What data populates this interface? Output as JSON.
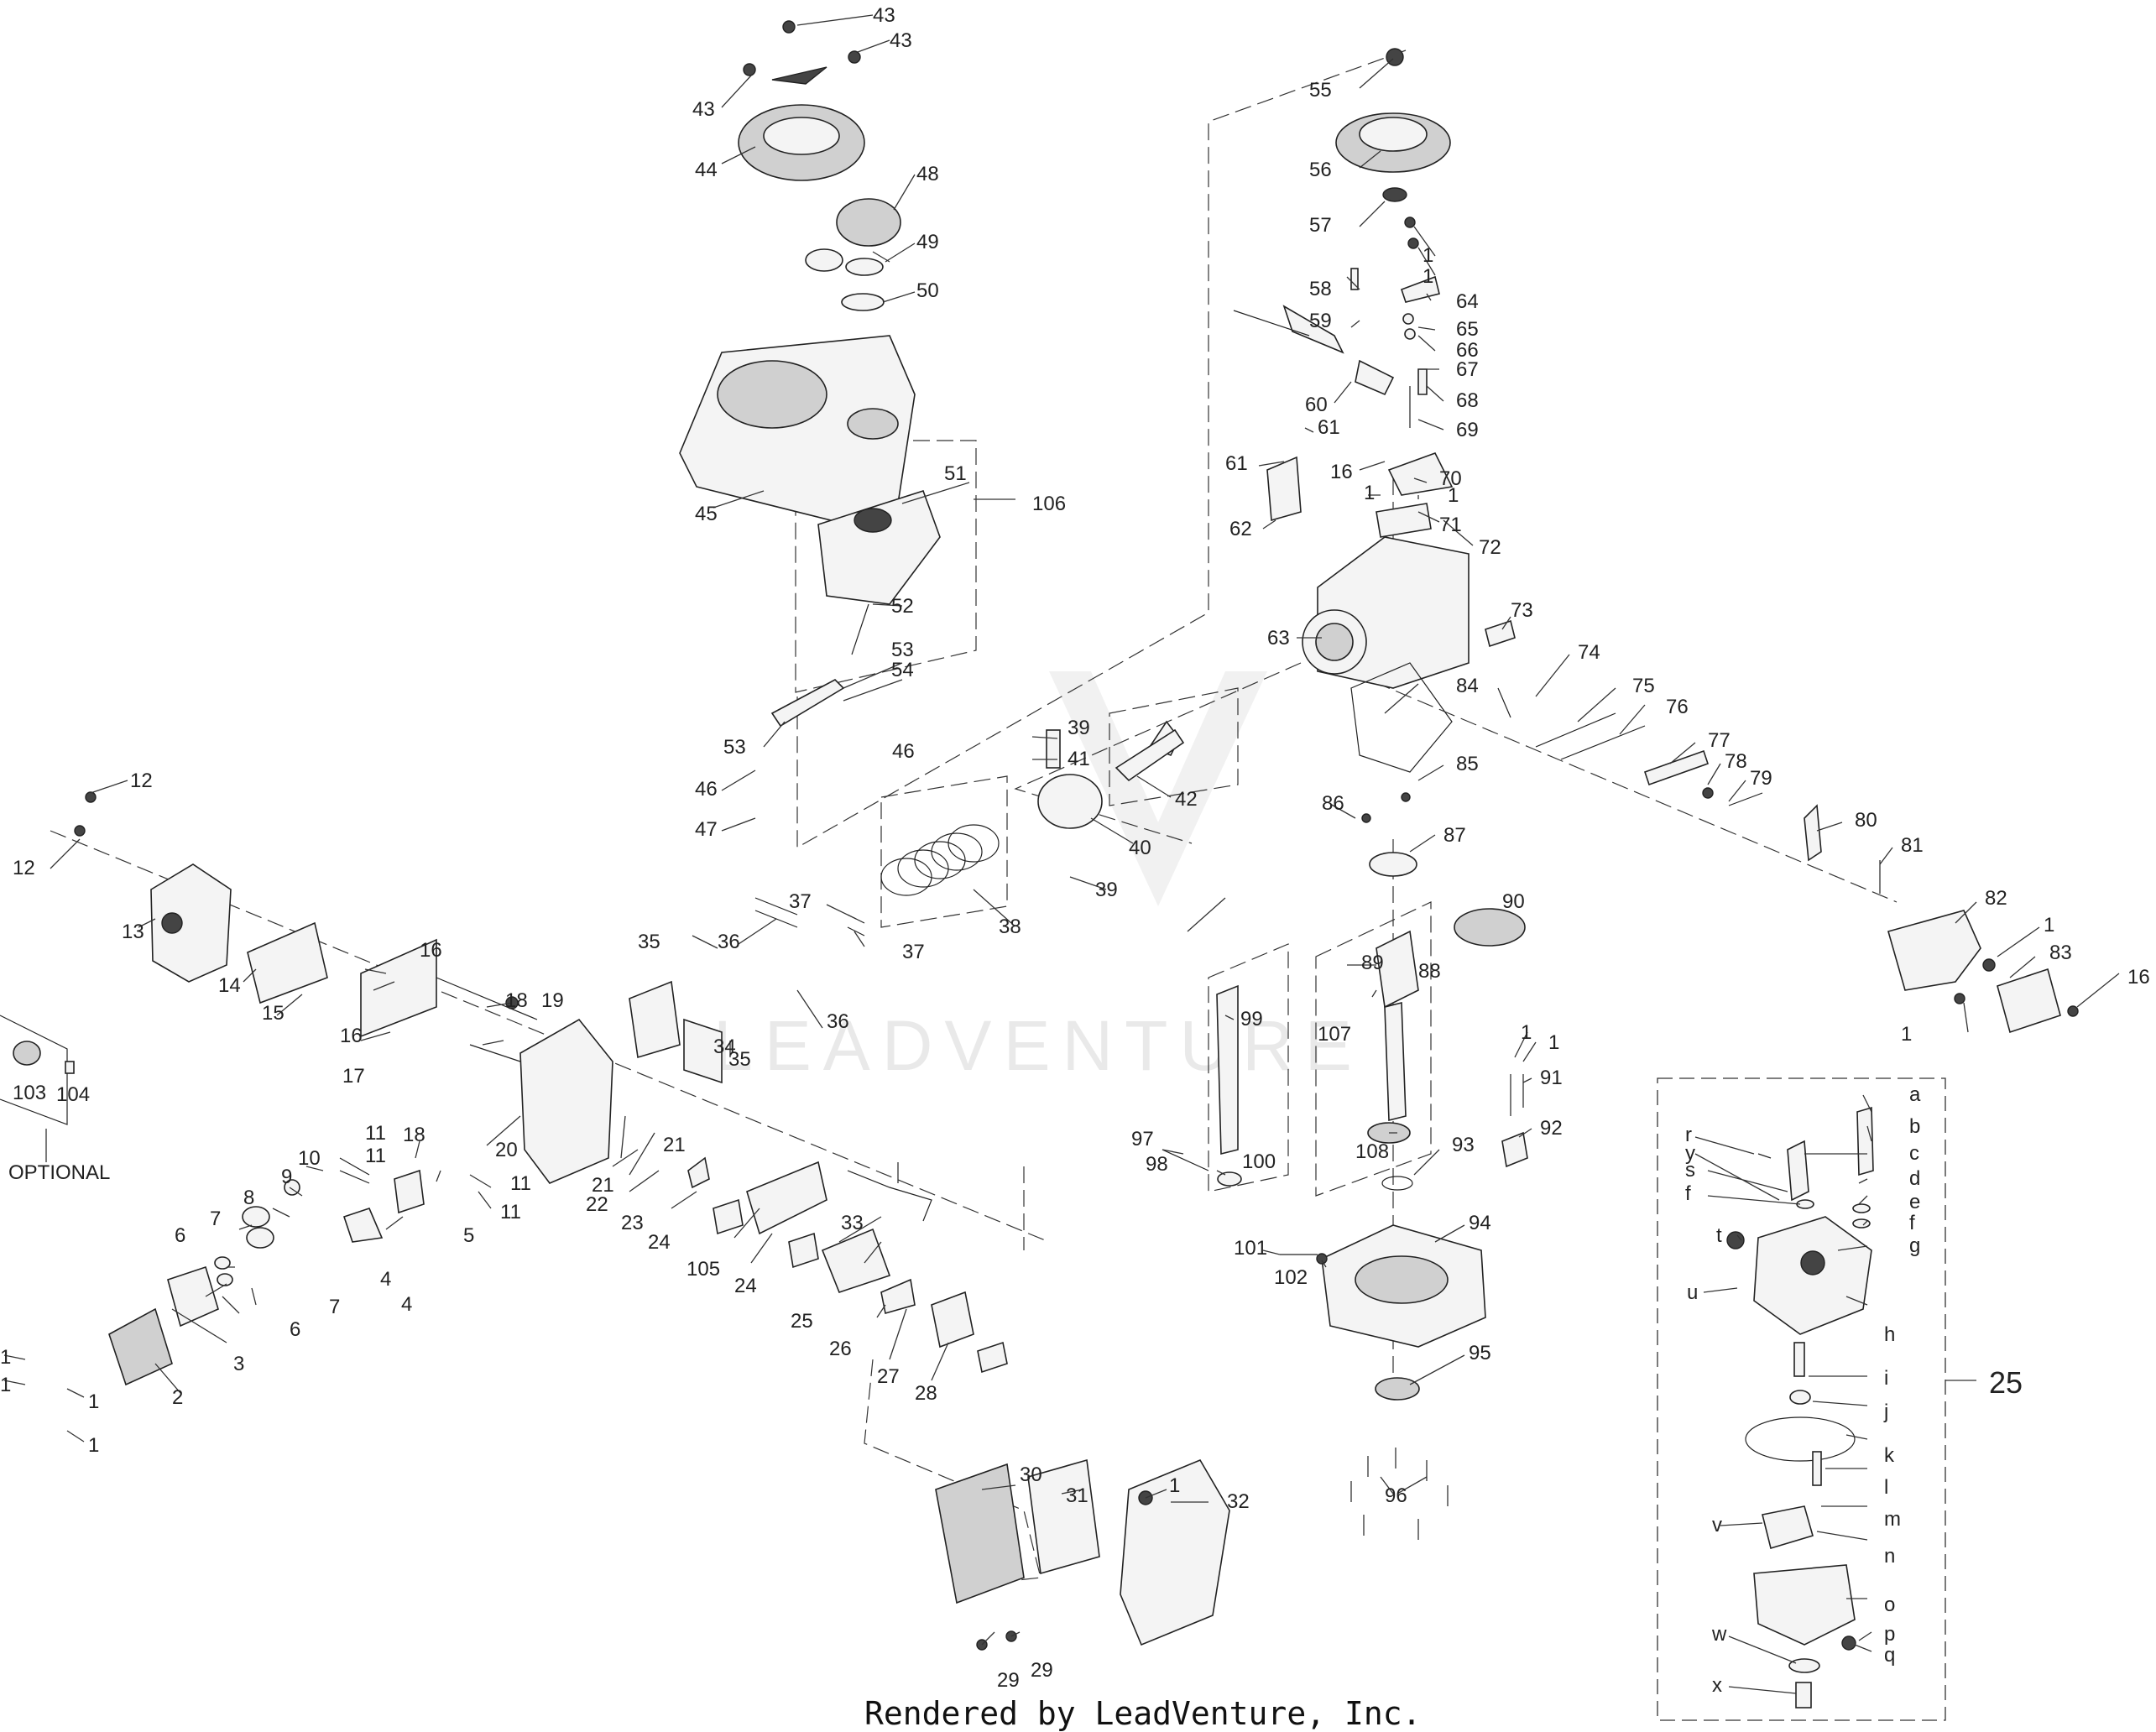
{
  "footer_text": "Rendered by LeadVenture, Inc.",
  "watermark_text": "LEADVENTURE",
  "optional_label": "OPTIONAL",
  "assembly_25_label": "25",
  "callouts": [
    {
      "t": "43"
    },
    {
      "t": "43"
    },
    {
      "t": "43"
    },
    {
      "t": "44"
    },
    {
      "t": "48"
    },
    {
      "t": "49"
    },
    {
      "t": "50"
    },
    {
      "t": "45"
    },
    {
      "t": "51"
    },
    {
      "t": "106"
    },
    {
      "t": "52"
    },
    {
      "t": "53"
    },
    {
      "t": "54"
    },
    {
      "t": "53"
    },
    {
      "t": "46"
    },
    {
      "t": "46"
    },
    {
      "t": "47"
    },
    {
      "t": "39"
    },
    {
      "t": "41"
    },
    {
      "t": "40"
    },
    {
      "t": "39"
    },
    {
      "t": "42"
    },
    {
      "t": "38"
    },
    {
      "t": "37"
    },
    {
      "t": "37"
    },
    {
      "t": "36"
    },
    {
      "t": "36"
    },
    {
      "t": "35"
    },
    {
      "t": "35"
    },
    {
      "t": "34"
    },
    {
      "t": "12"
    },
    {
      "t": "12"
    },
    {
      "t": "13"
    },
    {
      "t": "14"
    },
    {
      "t": "15"
    },
    {
      "t": "16"
    },
    {
      "t": "16"
    },
    {
      "t": "17"
    },
    {
      "t": "18"
    },
    {
      "t": "19"
    },
    {
      "t": "18"
    },
    {
      "t": "11"
    },
    {
      "t": "11"
    },
    {
      "t": "20"
    },
    {
      "t": "21"
    },
    {
      "t": "21"
    },
    {
      "t": "11"
    },
    {
      "t": "11"
    },
    {
      "t": "22"
    },
    {
      "t": "23"
    },
    {
      "t": "24"
    },
    {
      "t": "24"
    },
    {
      "t": "105"
    },
    {
      "t": "33"
    },
    {
      "t": "25"
    },
    {
      "t": "26"
    },
    {
      "t": "27"
    },
    {
      "t": "28"
    },
    {
      "t": "10"
    },
    {
      "t": "9"
    },
    {
      "t": "8"
    },
    {
      "t": "7"
    },
    {
      "t": "7"
    },
    {
      "t": "6"
    },
    {
      "t": "6"
    },
    {
      "t": "5"
    },
    {
      "t": "4"
    },
    {
      "t": "4"
    },
    {
      "t": "3"
    },
    {
      "t": "2"
    },
    {
      "t": "1"
    },
    {
      "t": "1"
    },
    {
      "t": "1"
    },
    {
      "t": "1"
    },
    {
      "t": "103"
    },
    {
      "t": "104"
    },
    {
      "t": "30"
    },
    {
      "t": "31"
    },
    {
      "t": "32"
    },
    {
      "t": "1"
    },
    {
      "t": "29"
    },
    {
      "t": "29"
    },
    {
      "t": "55"
    },
    {
      "t": "56"
    },
    {
      "t": "57"
    },
    {
      "t": "58"
    },
    {
      "t": "59"
    },
    {
      "t": "1"
    },
    {
      "t": "1"
    },
    {
      "t": "64"
    },
    {
      "t": "65"
    },
    {
      "t": "66"
    },
    {
      "t": "67"
    },
    {
      "t": "68"
    },
    {
      "t": "60"
    },
    {
      "t": "69"
    },
    {
      "t": "61"
    },
    {
      "t": "61"
    },
    {
      "t": "16"
    },
    {
      "t": "70"
    },
    {
      "t": "1"
    },
    {
      "t": "1"
    },
    {
      "t": "71"
    },
    {
      "t": "62"
    },
    {
      "t": "72"
    },
    {
      "t": "73"
    },
    {
      "t": "63"
    },
    {
      "t": "74"
    },
    {
      "t": "75"
    },
    {
      "t": "76"
    },
    {
      "t": "84"
    },
    {
      "t": "77"
    },
    {
      "t": "78"
    },
    {
      "t": "79"
    },
    {
      "t": "85"
    },
    {
      "t": "86"
    },
    {
      "t": "80"
    },
    {
      "t": "87"
    },
    {
      "t": "81"
    },
    {
      "t": "82"
    },
    {
      "t": "90"
    },
    {
      "t": "1"
    },
    {
      "t": "83"
    },
    {
      "t": "16"
    },
    {
      "t": "1"
    },
    {
      "t": "89"
    },
    {
      "t": "88"
    },
    {
      "t": "107"
    },
    {
      "t": "99"
    },
    {
      "t": "97"
    },
    {
      "t": "98"
    },
    {
      "t": "100"
    },
    {
      "t": "1"
    },
    {
      "t": "1"
    },
    {
      "t": "91"
    },
    {
      "t": "92"
    },
    {
      "t": "108"
    },
    {
      "t": "93"
    },
    {
      "t": "94"
    },
    {
      "t": "101"
    },
    {
      "t": "102"
    },
    {
      "t": "95"
    },
    {
      "t": "96"
    },
    {
      "t": "r"
    },
    {
      "t": "a"
    },
    {
      "t": "y"
    },
    {
      "t": "b"
    },
    {
      "t": "s"
    },
    {
      "t": "c"
    },
    {
      "t": "d"
    },
    {
      "t": "f"
    },
    {
      "t": "e"
    },
    {
      "t": "f"
    },
    {
      "t": "t"
    },
    {
      "t": "g"
    },
    {
      "t": "u"
    },
    {
      "t": "h"
    },
    {
      "t": "i"
    },
    {
      "t": "j"
    },
    {
      "t": "k"
    },
    {
      "t": "l"
    },
    {
      "t": "m"
    },
    {
      "t": "v"
    },
    {
      "t": "n"
    },
    {
      "t": "o"
    },
    {
      "t": "w"
    },
    {
      "t": "p"
    },
    {
      "t": "q"
    },
    {
      "t": "x"
    }
  ]
}
